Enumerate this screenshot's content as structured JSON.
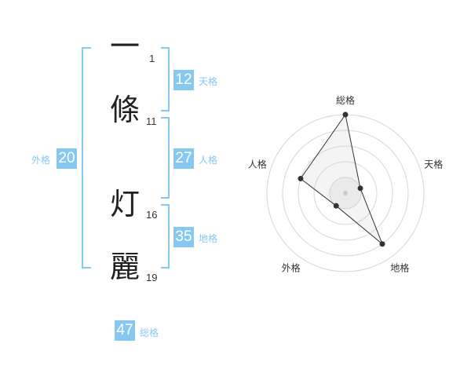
{
  "name": {
    "characters": [
      {
        "char": "一",
        "strokes": "1"
      },
      {
        "char": "條",
        "strokes": "11"
      },
      {
        "char": "灯",
        "strokes": "16"
      },
      {
        "char": "麗",
        "strokes": "19"
      }
    ]
  },
  "fortune": {
    "tenkaku": {
      "value": "12",
      "label": "天格"
    },
    "jinkaku": {
      "value": "27",
      "label": "人格"
    },
    "chikaku": {
      "value": "35",
      "label": "地格"
    },
    "gaikaku": {
      "value": "20",
      "label": "外格"
    },
    "soukaku": {
      "value": "47",
      "label": "総格"
    }
  },
  "colors": {
    "accent": "#86c8f0",
    "text": "#222222"
  },
  "chart_data": {
    "type": "radar",
    "axes": [
      "総格",
      "天格",
      "地格",
      "外格",
      "人格"
    ],
    "values": [
      5,
      1,
      4,
      1,
      3
    ],
    "rmax": 5,
    "rings": 5
  }
}
